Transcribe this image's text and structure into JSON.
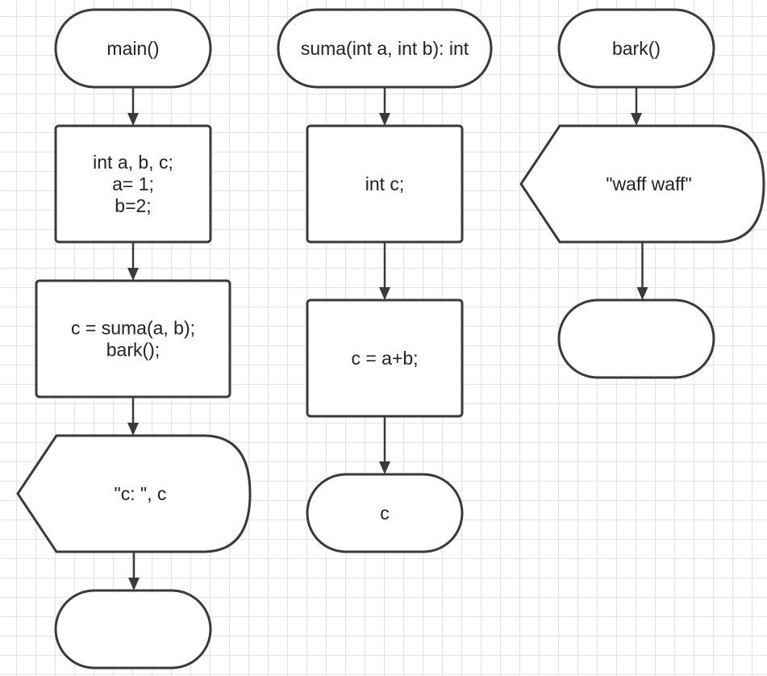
{
  "flowcharts": [
    {
      "name": "main",
      "nodes": [
        {
          "id": "m1",
          "type": "terminator",
          "lines": [
            "main()"
          ]
        },
        {
          "id": "m2",
          "type": "process",
          "lines": [
            "int a, b, c;",
            "a= 1;",
            "b=2;"
          ]
        },
        {
          "id": "m3",
          "type": "process",
          "lines": [
            "c = suma(a, b);",
            "bark();"
          ]
        },
        {
          "id": "m4",
          "type": "display",
          "lines": [
            "\"c: \", c"
          ]
        },
        {
          "id": "m5",
          "type": "terminator",
          "lines": []
        }
      ],
      "edges": [
        [
          "m1",
          "m2"
        ],
        [
          "m2",
          "m3"
        ],
        [
          "m3",
          "m4"
        ],
        [
          "m4",
          "m5"
        ]
      ]
    },
    {
      "name": "suma",
      "nodes": [
        {
          "id": "s1",
          "type": "terminator",
          "lines": [
            "suma(int a, int b): int"
          ]
        },
        {
          "id": "s2",
          "type": "process",
          "lines": [
            "int c;"
          ]
        },
        {
          "id": "s3",
          "type": "process",
          "lines": [
            "c = a+b;"
          ]
        },
        {
          "id": "s4",
          "type": "terminator",
          "lines": [
            "c"
          ]
        }
      ],
      "edges": [
        [
          "s1",
          "s2"
        ],
        [
          "s2",
          "s3"
        ],
        [
          "s3",
          "s4"
        ]
      ]
    },
    {
      "name": "bark",
      "nodes": [
        {
          "id": "b1",
          "type": "terminator",
          "lines": [
            "bark()"
          ]
        },
        {
          "id": "b2",
          "type": "display",
          "lines": [
            "\"waff waff\""
          ]
        },
        {
          "id": "b3",
          "type": "terminator",
          "lines": []
        }
      ],
      "edges": [
        [
          "b1",
          "b2"
        ],
        [
          "b2",
          "b3"
        ]
      ]
    }
  ],
  "colors": {
    "stroke": "#3a3a3a",
    "fill": "#ffffff",
    "text": "#222222",
    "grid": "#e3e3e3"
  }
}
